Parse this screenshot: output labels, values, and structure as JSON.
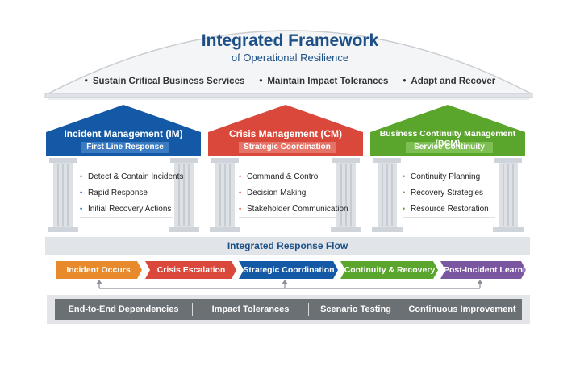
{
  "header": {
    "title": "Integrated Framework",
    "subtitle": "of Operational Resilience",
    "principles": [
      "Sustain Critical Business Services",
      "Maintain Impact Tolerances",
      "Adapt and Recover"
    ]
  },
  "pillars": [
    {
      "title": "Incident Management (IM)",
      "subtitle": "First Line Response",
      "color": "#1459a5",
      "items": [
        "Detect & Contain Incidents",
        "Rapid Response",
        "Initial Recovery Actions"
      ]
    },
    {
      "title": "Crisis Management (CM)",
      "subtitle": "Strategic Coordination",
      "color": "#d9483b",
      "items": [
        "Command & Control",
        "Decision Making",
        "Stakeholder Communication"
      ]
    },
    {
      "title": "Business Continuity Management (BCM)",
      "subtitle": "Service Continuity",
      "color": "#5aa52c",
      "items": [
        "Continuity Planning",
        "Recovery Strategies",
        "Resource Restoration"
      ]
    }
  ],
  "flow": {
    "title": "Integrated Response Flow",
    "steps": [
      {
        "label": "Incident Occurs",
        "color": "#e8892b"
      },
      {
        "label": "Crisis Escalation",
        "color": "#d9483b"
      },
      {
        "label": "Strategic Coordination",
        "color": "#1459a5"
      },
      {
        "label": "Continuity & Recovery",
        "color": "#5aa52c"
      },
      {
        "label": "Post-Incident Learning",
        "color": "#7b56a0"
      }
    ]
  },
  "foundation": {
    "items": [
      "End-to-End Dependencies",
      "Impact Tolerances",
      "Scenario Testing",
      "Continuous Improvement"
    ]
  }
}
